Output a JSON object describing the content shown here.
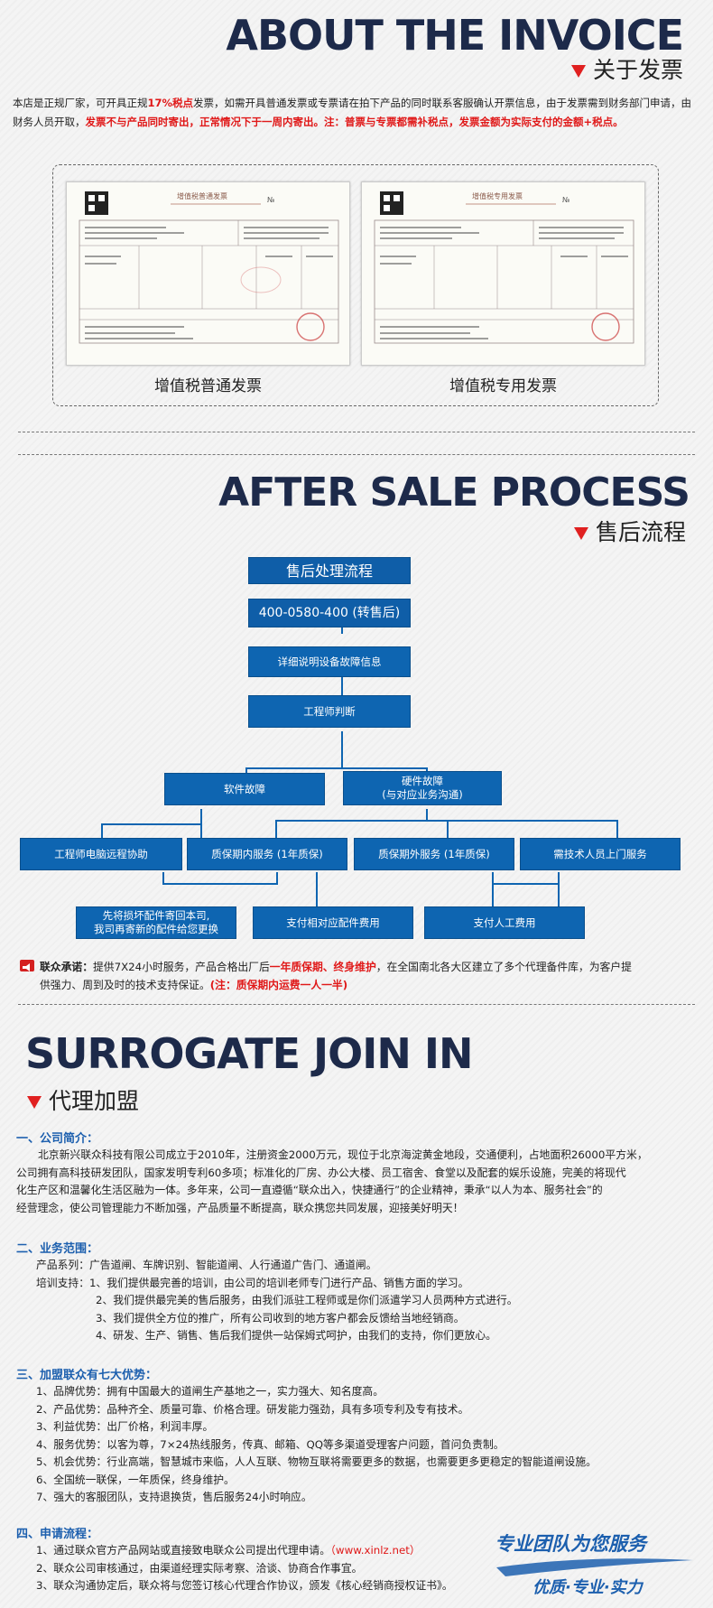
{
  "invoice_section": {
    "title": "ABOUT THE INVOICE",
    "subtitle": "关于发票",
    "intro": {
      "p1": "本店是正规厂家，可开具正规",
      "p2": "17%税点",
      "p3": "发票，如需开具普通发票或专票请在拍下产品的同时联系客服确认开票信息，由于发票需到财务部门申请，由财务人员开取，",
      "p4": "发票不与产品同时寄出，正常情况下于一周内寄出。注：普票与专票都需补税点，发票金额为实际支付的金额+税点。"
    },
    "invoice_left": {
      "caption": "增值税普通发票",
      "header": "增值税普通发票"
    },
    "invoice_right": {
      "caption": "增值税专用发票",
      "header": "增值税专用发票"
    }
  },
  "aftersale_section": {
    "title": "AFTER SALE PROCESS",
    "subtitle": "售后流程",
    "flow": {
      "header": "售后处理流程",
      "phone": "400-0580-400 (转售后)",
      "step1": "详细说明设备故障信息",
      "step2": "工程师判断",
      "software": "软件故障",
      "hardware_l1": "硬件故障",
      "hardware_l2": "(与对应业务沟通)",
      "remote": "工程师电脑远程协助",
      "in_warranty": "质保期内服务 (1年质保)",
      "out_warranty": "质保期外服务 (1年质保)",
      "onsite": "需技术人员上门服务",
      "return_l1": "先将损坏配件寄回本司,",
      "return_l2": "我司再寄新的配件给您更换",
      "pay_parts": "支付相对应配件费用",
      "pay_labor": "支付人工费用"
    },
    "promise": {
      "label": "联众承诺：",
      "t1": "提供7X24小时服务，产品合格出厂后",
      "t2": "一年质保期、终身维护",
      "t3": "，在全国南北各大区建立了多个代理备件库，为客户提",
      "t4": "供强力、周到及时的技术支持保证。",
      "t5": "(注：质保期内运费一人一半)"
    }
  },
  "join_section": {
    "title": "SURROGATE JOIN IN",
    "subtitle": "代理加盟",
    "s1": {
      "heading": "一、公司简介：",
      "lines": [
        "北京新兴联众科技有限公司成立于2010年，注册资金2000万元，现位于北京海淀黄金地段，交通便利，占地面积26000平方米，",
        "公司拥有高科技研发团队，国家发明专利60多项；标准化的厂房、办公大楼、员工宿舍、食堂以及配套的娱乐设施，完美的将现代",
        "化生产区和温馨化生活区融为一体。多年来，公司一直遵循“联众出入，快捷通行”的企业精神，秉承“以人为本、服务社会”的",
        "经营理念，使公司管理能力不断加强，产品质量不断提高，联众携您共同发展，迎接美好明天！"
      ]
    },
    "s2": {
      "heading": "二、业务范围：",
      "lines": [
        "产品系列：广告道闸、车牌识别、智能道闸、人行通道广告门、通道闸。",
        "培训支持：1、我们提供最完善的培训，由公司的培训老师专门进行产品、销售方面的学习。",
        "2、我们提供最完美的售后服务，由我们派驻工程师或是你们派遣学习人员两种方式进行。",
        "3、我们提供全方位的推广，所有公司收到的地方客户都会反馈给当地经销商。",
        "4、研发、生产、销售、售后我们提供一站保姆式呵护，由我们的支持，你们更放心。"
      ]
    },
    "s3": {
      "heading": "三、加盟联众有七大优势：",
      "lines": [
        "1、品牌优势：拥有中国最大的道闸生产基地之一，实力强大、知名度高。",
        "2、产品优势：品种齐全、质量可靠、价格合理。研发能力强劲，具有多项专利及专有技术。",
        "3、利益优势：出厂价格，利润丰厚。",
        "4、服务优势：以客为尊，7×24热线服务，传真、邮箱、QQ等多渠道受理客户问题，首问负责制。",
        "5、机会优势：行业高端，智慧城市来临，人人互联、物物互联将需要更多的数据，也需要更多更稳定的智能道闸设施。",
        "6、全国统一联保，一年质保，终身维护。",
        "7、强大的客服团队，支持退换货，售后服务24小时响应。"
      ]
    },
    "s4": {
      "heading": "四、申请流程：",
      "l1a": "1、通过联众官方产品网站或直接致电联众公司提出代理申请。",
      "l1b": "（www.xinlz.net）",
      "l2": "2、联众公司审核通过，由渠道经理实际考察、洽谈、协商合作事宜。",
      "l3": "3、联众沟通协定后，联众将与您签订核心代理合作协议，颁发《核心经销商授权证书》。"
    },
    "slogan1": "专业团队为您服务",
    "slogan2": "优质·专业·实力"
  },
  "colors": {
    "accent_red": "#e01818",
    "title_navy": "#1d2a4a",
    "flow_blue": "#0e65b1",
    "heading_blue": "#1c5fae"
  }
}
